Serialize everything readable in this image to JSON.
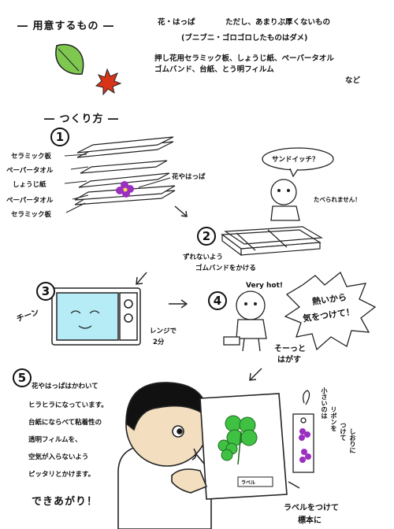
{
  "materials": {
    "heading": "― 用意するもの ―",
    "line1": "花・はっぱ",
    "line1_note": "ただし、あまりぶ厚くないもの",
    "line2": "(ブニブニ・ゴロゴロしたものはダメ)",
    "line3": "押し花用セラミック板、しょうじ紙、ペーパータオル",
    "line4": "ゴムバンド、台紙、とう明フィルム",
    "line5": "など"
  },
  "howto": {
    "heading": "― つくり方 ―"
  },
  "step1": {
    "number": "1",
    "layers": [
      "セラミック板",
      "ペーパータオル",
      "しょうじ紙",
      "ペーパータオル",
      "セラミック板"
    ],
    "flower_label": "花やはっぱ",
    "speech": "サンドイッチ？",
    "reply": "たべられません！"
  },
  "step2": {
    "number": "2",
    "caption1": "ずれないよう",
    "caption2": "ゴムバンドをかける"
  },
  "step3": {
    "number": "3",
    "sound": "チーン",
    "caption1": "レンジで",
    "caption2": "2分"
  },
  "step4": {
    "number": "4",
    "speech": "Very hot!",
    "warning1": "熱いから",
    "warning2": "気をつけて！",
    "caption1": "そーっと",
    "caption2": "はがす"
  },
  "step5": {
    "number": "5",
    "lines": [
      "花やはっぱはかわいて",
      "ヒラヒラになっています。",
      "台紙にならべて粘着性の",
      "透明フィルムを、",
      "空気が入らないよう",
      "ピッタリとかけます。"
    ],
    "done": "できあがり！",
    "bookmark": [
      "小さいのは",
      "リボンを",
      "つけて",
      "しおりに"
    ],
    "label_text": "ラベルをつけて",
    "label_text2": "標本に",
    "card_label": "ラベル"
  },
  "colors": {
    "leaf_green": "#7ec850",
    "leaf_red": "#d8341a",
    "violet": "#9b2fc0",
    "clover": "#3fc243",
    "face": "#f3dfc0"
  }
}
